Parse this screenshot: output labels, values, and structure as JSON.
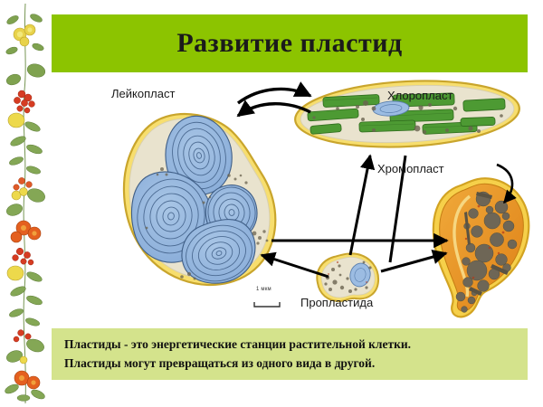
{
  "slide": {
    "title": "Развитие пластид",
    "title_banner_color": "#8CC400",
    "caption_banner_color": "#D4E38C",
    "background_color": "#FFFFFF"
  },
  "diagram": {
    "labels": {
      "leucoplast": "Лейкопласт",
      "chloroplast": "Хлоропласт",
      "chromoplast": "Хромопласт",
      "proplastid": "Пропластида"
    },
    "scale_bar": "1 мкм",
    "colors": {
      "leucoplast_starch": "#8FB3DE",
      "membrane_yellow": "#F2D54E",
      "chloroplast_grana": "#4D9A33",
      "chromoplast_body": "#E8922A",
      "chromoplast_globule": "#6E6656",
      "stroma": "#E8E5D2",
      "arrow": "#000000"
    }
  },
  "caption": {
    "line1": "Пластиды - это энергетические станции растительной клетки.",
    "line2": "Пластиды могут превращаться из одного вида в другой."
  }
}
